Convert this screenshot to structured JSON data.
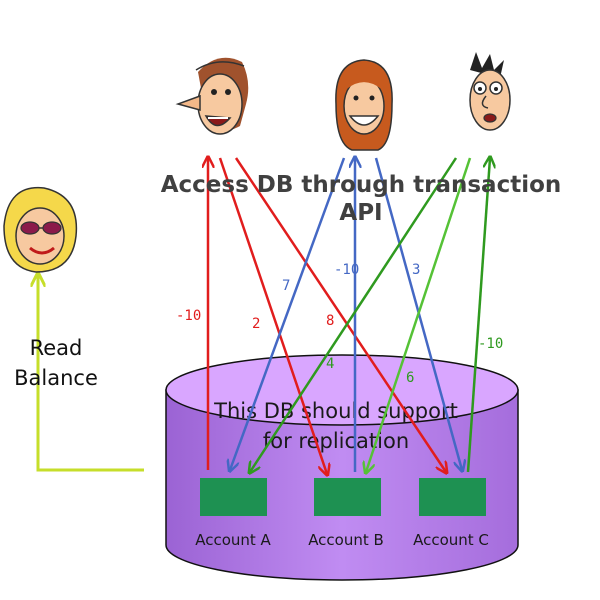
{
  "title_line1": "Access DB through transaction",
  "title_line2": "API",
  "db_text_line1": "This DB should support",
  "db_text_line2": "for replication",
  "read_label_line1": "Read",
  "read_label_line2": "Balance",
  "accounts": [
    {
      "name": "Account A"
    },
    {
      "name": "Account B"
    },
    {
      "name": "Account C"
    }
  ],
  "colors": {
    "cylinder_side": "#b27ae6",
    "cylinder_top": "#d9a6ff",
    "account_box": "#1e9152",
    "red": "#e11d1d",
    "blue": "#4468c4",
    "green": "#2f9a1f",
    "light_green": "#55c236",
    "yellow_green": "#c6de2a"
  },
  "transfer_labels": [
    {
      "text": "-10",
      "color": "red"
    },
    {
      "text": "2",
      "color": "red"
    },
    {
      "text": "8",
      "color": "red"
    },
    {
      "text": "7",
      "color": "blue"
    },
    {
      "text": "-10",
      "color": "blue"
    },
    {
      "text": "3",
      "color": "blue"
    },
    {
      "text": "4",
      "color": "green"
    },
    {
      "text": "6",
      "color": "green"
    },
    {
      "text": "-10",
      "color": "green"
    }
  ]
}
